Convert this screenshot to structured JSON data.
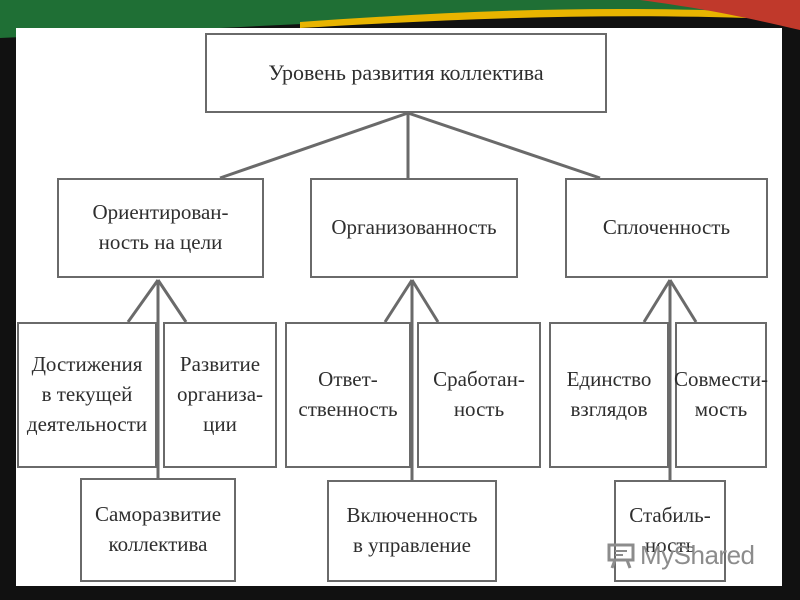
{
  "colors": {
    "frame_dark": "#111111",
    "frame_green": "#1f6f35",
    "frame_yellow": "#e8b400",
    "frame_red": "#c0392b",
    "paper": "#ffffff",
    "box_border": "#6a6a6a",
    "text": "#2e2e2e",
    "line": "#6a6a6a"
  },
  "diagram": {
    "root": "Уровень развития коллектива",
    "branches": [
      {
        "label": "Ориентирован-\nность на цели",
        "children": [
          "Достижения\nв текущей\nдеятельности",
          "Развитие\nорганиза-\nции",
          "Саморазвитие\nколлектива"
        ]
      },
      {
        "label": "Организованность",
        "children": [
          "Ответ-\nственность",
          "Сработан-\nность",
          "Включенность\nв управление"
        ]
      },
      {
        "label": "Сплоченность",
        "children": [
          "Единство\nвзглядов",
          "Совмести-\nмость",
          "Стабиль-\nность"
        ]
      }
    ]
  },
  "watermark": {
    "text": "MyShared",
    "icon": "presentation-board-icon"
  }
}
